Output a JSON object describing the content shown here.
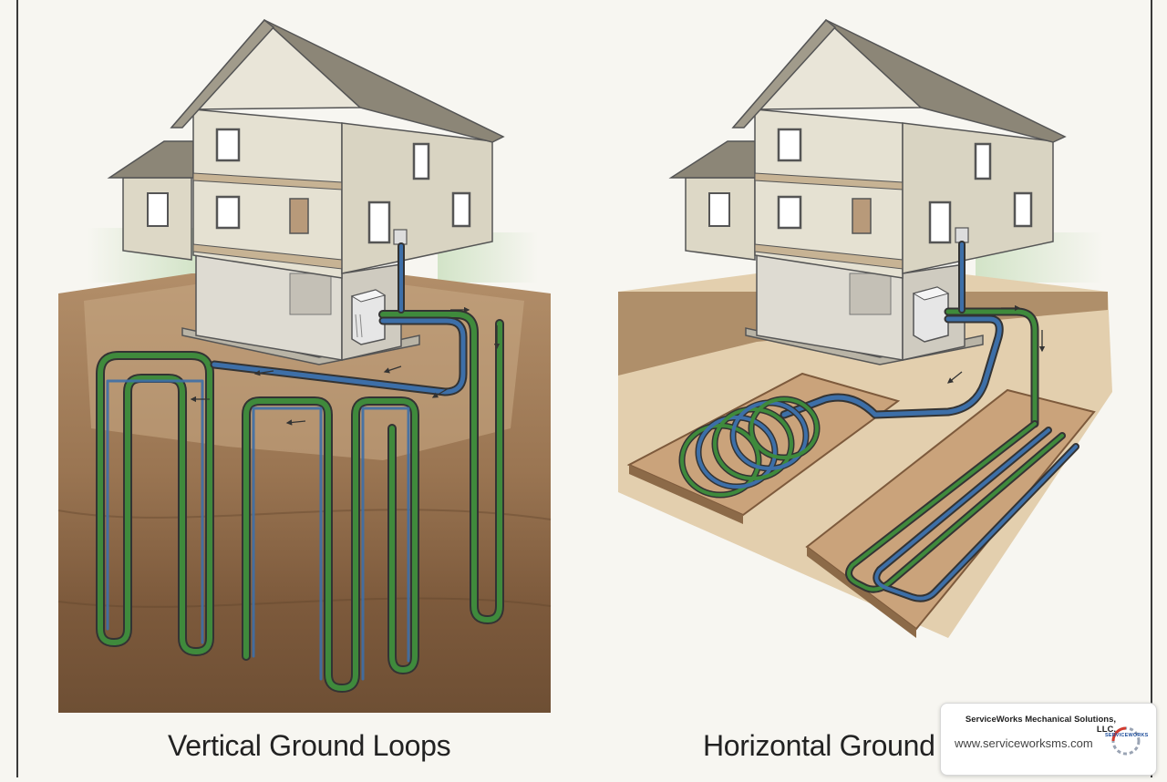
{
  "panels": {
    "left": {
      "caption": "Vertical Ground Loops"
    },
    "right": {
      "caption": "Horizontal Ground"
    }
  },
  "badge": {
    "company": "ServiceWorks Mechanical Solutions, LLC.",
    "url": "www.serviceworksms.com",
    "logo_text": "SERVICEWORKS"
  },
  "colors": {
    "background": "#f7f6f1",
    "house_wall": "#d9d4c2",
    "roof": "#8c8677",
    "soil_light": "#a88763",
    "soil_dark": "#7d5a3c",
    "trench_floor": "#e3cfae",
    "pipe_green": "#3f8a3c",
    "pipe_blue": "#3d6fa8",
    "grass": "#cfe3c4"
  },
  "icons": [
    "house-illustration",
    "heat-pump-unit-icon",
    "flow-arrow-icon",
    "gear-logo-icon"
  ]
}
